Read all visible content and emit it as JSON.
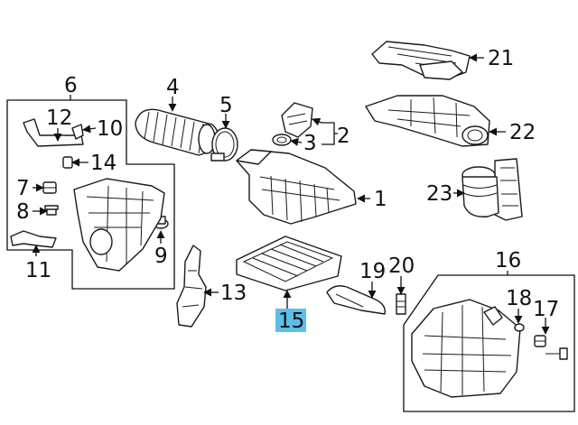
{
  "diagram": {
    "highlight_color": "#5bbfe8",
    "selected_callout": "15",
    "callouts": {
      "c1": "1",
      "c2": "2",
      "c3": "3",
      "c4": "4",
      "c5": "5",
      "c6": "6",
      "c7": "7",
      "c8": "8",
      "c9": "9",
      "c10": "10",
      "c11": "11",
      "c12": "12",
      "c13": "13",
      "c14": "14",
      "c15": "15",
      "c16": "16",
      "c17": "17",
      "c18": "18",
      "c19": "19",
      "c20": "20",
      "c21": "21",
      "c22": "22",
      "c23": "23"
    }
  }
}
